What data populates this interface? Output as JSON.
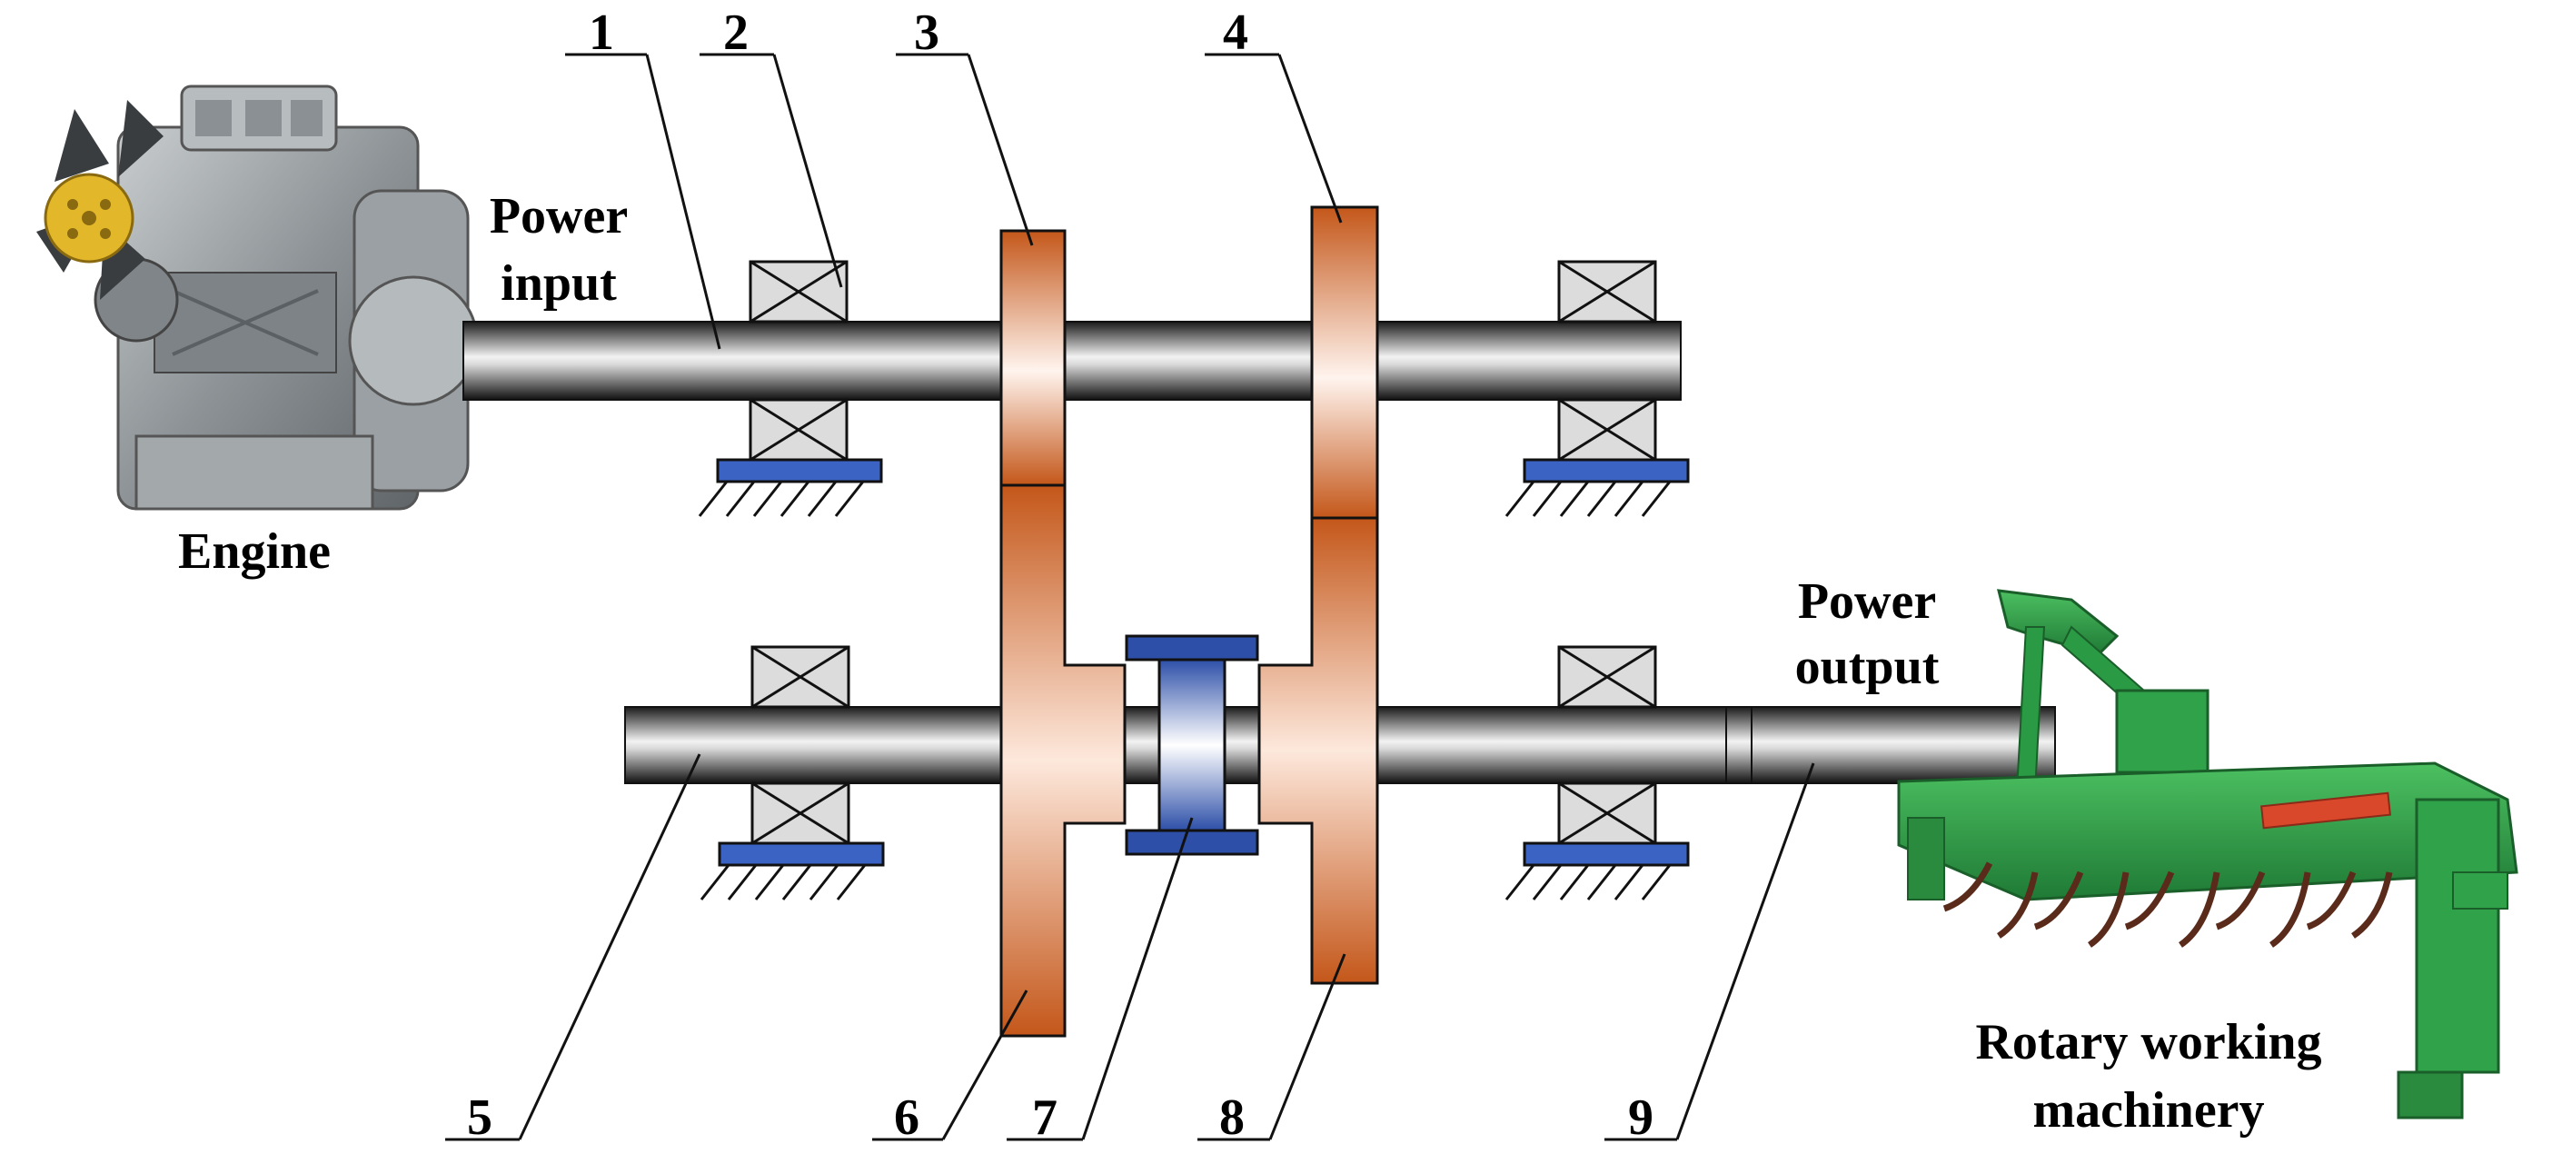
{
  "labels": {
    "engine": "Engine",
    "power_input_1": "Power",
    "power_input_2": "input",
    "power_output_1": "Power",
    "power_output_2": "output",
    "machinery_1": "Rotary working",
    "machinery_2": "machinery"
  },
  "part_numbers": [
    "1",
    "2",
    "3",
    "4",
    "5",
    "6",
    "7",
    "8",
    "9"
  ],
  "colors": {
    "shaft": "#2a2a2a",
    "gear": "#c4571a",
    "gear_highlight": "#fbe3d6",
    "coupling": "#2d4fa8",
    "bearing_fill": "#dcdcdc",
    "support_plate": "#3a63c4",
    "machinery": "#2fa24a",
    "engine": "#9ea4a6"
  }
}
